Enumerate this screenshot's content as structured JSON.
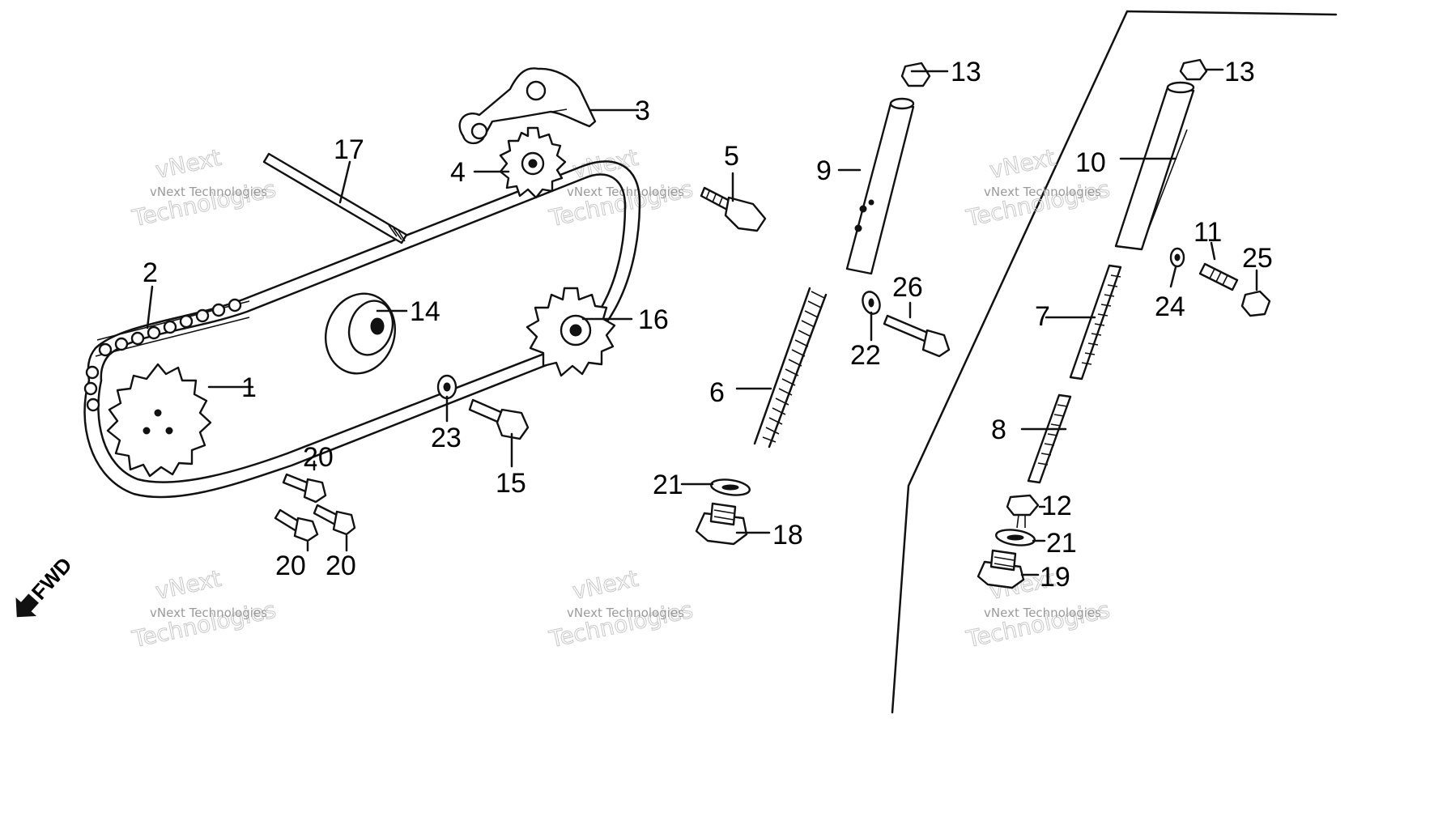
{
  "watermark": {
    "brand_line": "vNext",
    "small_text": "vNext Technologies",
    "large_text": "Technologies"
  },
  "direction_label": "FWD",
  "callouts": {
    "c1": "1",
    "c2": "2",
    "c3": "3",
    "c4": "4",
    "c5": "5",
    "c6": "6",
    "c7": "7",
    "c8": "8",
    "c9": "9",
    "c10": "10",
    "c11": "11",
    "c12": "12",
    "c13a": "13",
    "c13b": "13",
    "c14": "14",
    "c15": "15",
    "c16": "16",
    "c17": "17",
    "c18": "18",
    "c19": "19",
    "c20a": "20",
    "c20b": "20",
    "c20c": "20",
    "c21a": "21",
    "c21b": "21",
    "c22": "22",
    "c23": "23",
    "c24": "24",
    "c25": "25",
    "c26": "26"
  }
}
